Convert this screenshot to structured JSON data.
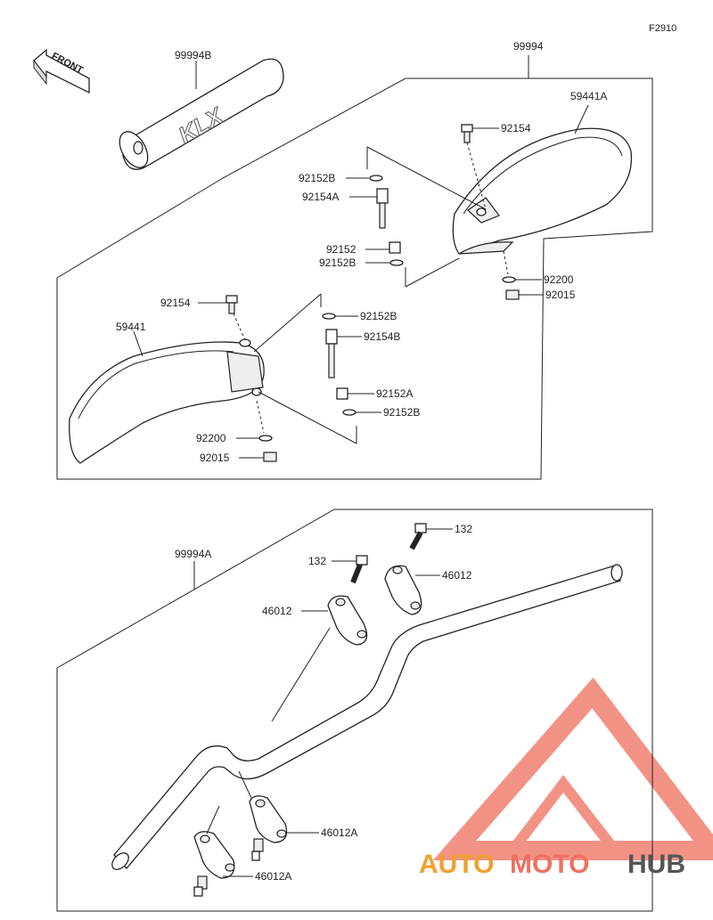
{
  "figure_code": "F2910",
  "front_label": "FRONT",
  "pad_logo": "KLX",
  "labels": {
    "handguard_kit": "99994",
    "bar_pad": "99994B",
    "handlebar_kit": "99994A",
    "guard_right": "59441A",
    "guard_left": "59441",
    "bolt_r": "92154",
    "bolt_l": "92154",
    "washer_r_top": "92152B",
    "long_bolt_r": "92154A",
    "collar_r": "92152",
    "washer_r_bottom": "92152B",
    "washer_r2": "92200",
    "nut_r": "92015",
    "washer_l_top": "92152B",
    "long_bolt_l": "92154B",
    "collar_l": "92152A",
    "washer_l_bottom": "92152B",
    "washer_l2": "92200",
    "nut_l": "92015",
    "bolt_132_right": "132",
    "bolt_132_left": "132",
    "clamp_upper_right": "46012",
    "clamp_upper_left": "46012",
    "clamp_lower_right": "46012A",
    "clamp_lower_left": "46012A"
  },
  "watermark": {
    "part1": "AUTO",
    "part2": "MOTO",
    "part3": "HUB",
    "color1": "#f0a030",
    "color2": "#f07060",
    "color3": "#555555",
    "logo_color": "#f08070"
  }
}
